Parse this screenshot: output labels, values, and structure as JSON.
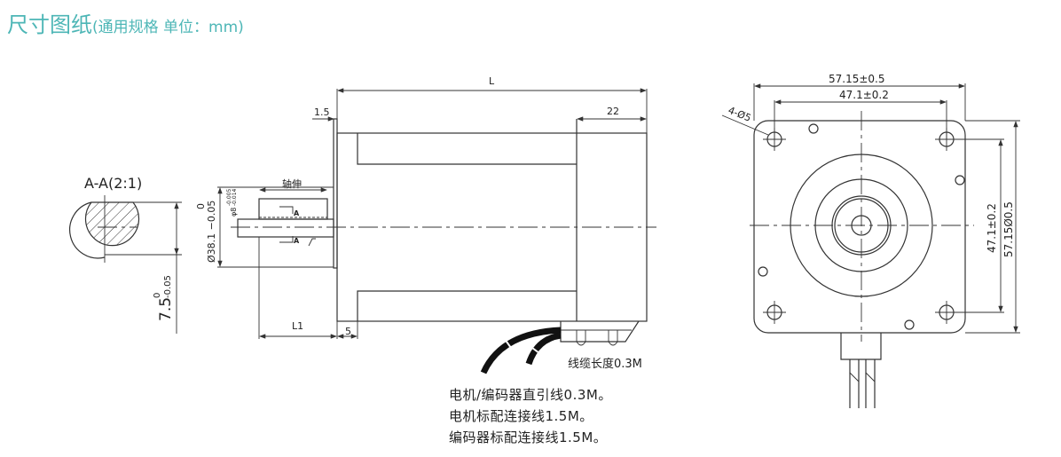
{
  "header": {
    "title": "尺寸图纸",
    "subtitle": "(通用规格 单位：mm)"
  },
  "section_view": {
    "label": "A-A(2:1)",
    "dim_main": "7.5",
    "tol_upper": "0",
    "tol_lower": "-0.05"
  },
  "side_view": {
    "dim_L": "L",
    "dim_22": "22",
    "dim_1_5": "1.5",
    "dim_L1": "L1",
    "dim_5": "5",
    "shaft_label": "轴伸",
    "flange_dia": "Ø38.1 −0.05",
    "flange_tol_upper": "0",
    "shaft_dia": "φ8",
    "shaft_tol_upper": "-0.005",
    "shaft_tol_lower": "-0.014",
    "section_mark": "A",
    "cable_length": "线缆长度0.3M"
  },
  "front_view": {
    "width_outer": "57.15±0.5",
    "width_holes": "47.1±0.2",
    "height_holes": "47.1±0.2",
    "height_outer": "57.15Ø0.5",
    "hole_callout": "4-Ø5"
  },
  "notes": [
    "电机/编码器直引线0.3M。",
    "电机标配连接线1.5M。",
    "编码器标配连接线1.5M。"
  ]
}
